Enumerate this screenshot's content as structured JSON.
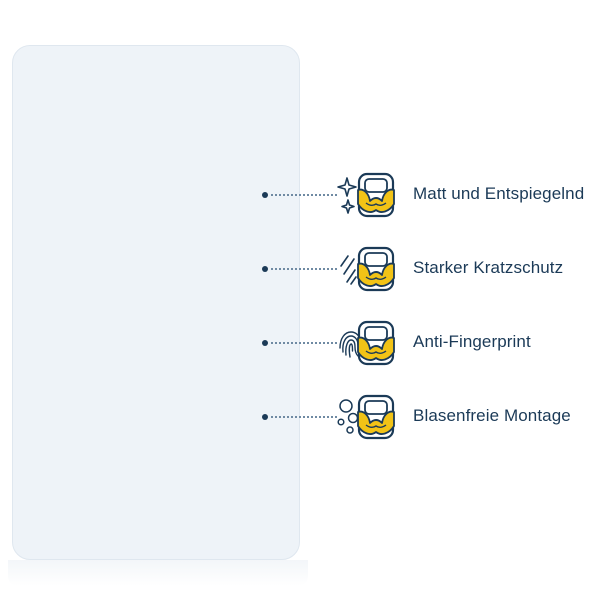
{
  "features": [
    {
      "label": "Matt und Entspiegelnd",
      "icon": "sparkle-icon"
    },
    {
      "label": "Starker Kratzschutz",
      "icon": "scratch-icon"
    },
    {
      "label": "Anti-Fingerprint",
      "icon": "fingerprint-icon"
    },
    {
      "label": "Blasenfreie Montage",
      "icon": "bubbles-icon"
    }
  ],
  "colors": {
    "navy": "#1b3a57",
    "gold": "#f2c316",
    "panel": "#eef3f8"
  }
}
